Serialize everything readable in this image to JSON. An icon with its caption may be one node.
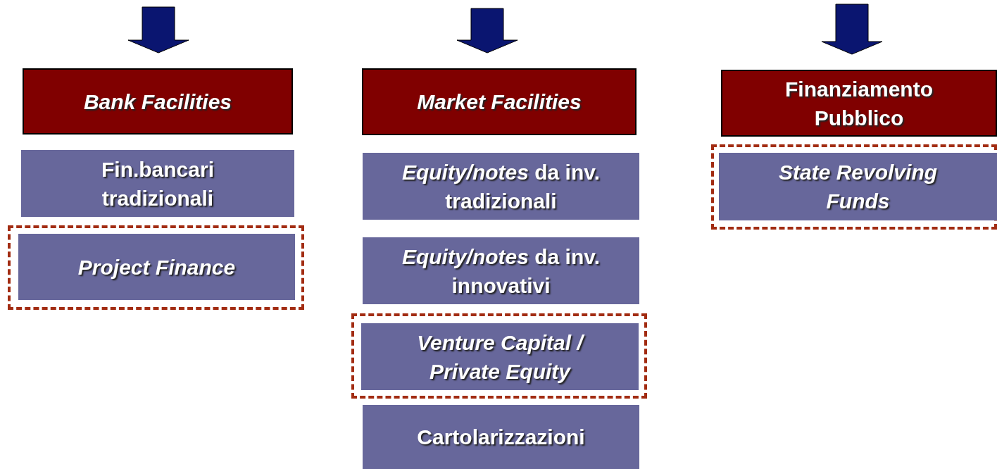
{
  "diagram": {
    "nodes": [
      {
        "text": [
          "Bank Facilities"
        ]
      },
      {
        "text": [
          "Fin.bancari tradizionali"
        ]
      },
      {
        "text": [],
        "shape": "box"
      },
      {
        "text": [
          "Project Finance"
        ],
        "in": 2
      },
      {
        "text": [
          "Market Facilities"
        ]
      },
      {
        "text": [
          "*Equity/notes* da inv. tradizionali"
        ]
      },
      {
        "text": [
          "*Equity/notes* da inv. innovativi"
        ]
      },
      {
        "text": [],
        "shape": "box"
      },
      {
        "text": [
          "Venture Capital / Private Equity"
        ],
        "in": 7
      },
      {
        "text": [
          "Cartolarizzazioni"
        ]
      },
      {
        "text": [
          "Finanziamento Pubblico"
        ]
      },
      {
        "text": [],
        "shape": "box"
      },
      {
        "text": [
          "State Revolving Funds"
        ],
        "in": 11
      }
    ],
    "edges": [
      {
        "from": null,
        "to": 0,
        "arrow": "to"
      },
      {
        "from": null,
        "to": 4,
        "arrow": "to"
      },
      {
        "from": null,
        "to": 10,
        "arrow": "to"
      }
    ]
  }
}
